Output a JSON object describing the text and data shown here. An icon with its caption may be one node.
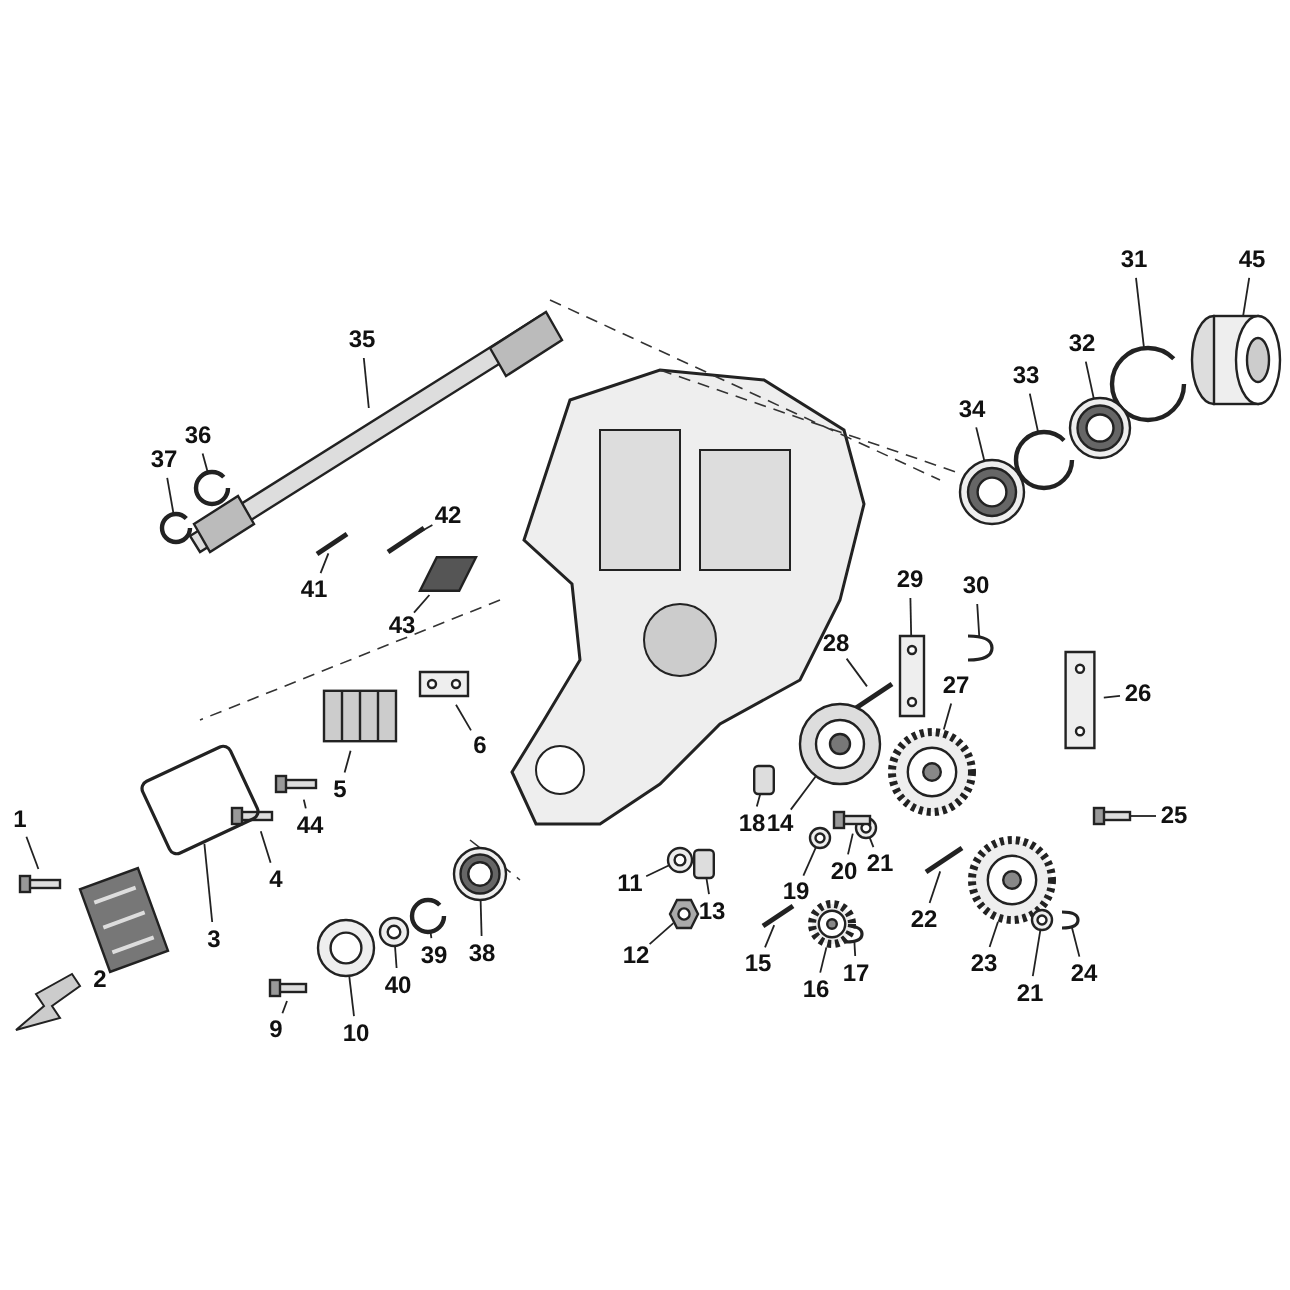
{
  "diagram": {
    "nodes": [
      {
        "text": [
          "45"
        ]
      },
      {
        "text": [
          "35"
        ]
      },
      {
        "text": [
          "31"
        ]
      },
      {
        "text": [
          "32"
        ]
      },
      {
        "text": [
          "33"
        ]
      },
      {
        "text": [
          "36"
        ]
      },
      {
        "text": [
          "34"
        ]
      },
      {
        "text": [
          "37"
        ]
      },
      {
        "text": [
          "42"
        ]
      },
      {
        "text": [
          "30"
        ]
      },
      {
        "text": [
          "29"
        ]
      },
      {
        "text": [
          "41"
        ]
      },
      {
        "text": [
          "43"
        ]
      },
      {
        "text": [
          "28"
        ]
      },
      {
        "text": [
          "27"
        ]
      },
      {
        "text": [
          "26"
        ]
      },
      {
        "text": [
          "6"
        ]
      },
      {
        "text": [
          "5"
        ]
      },
      {
        "text": [
          "1"
        ]
      },
      {
        "text": [
          "44"
        ]
      },
      {
        "text": [
          "25"
        ]
      },
      {
        "text": [
          "4"
        ]
      },
      {
        "text": [
          "18"
        ]
      },
      {
        "text": [
          "14"
        ]
      },
      {
        "text": [
          "21"
        ]
      },
      {
        "text": [
          "11"
        ]
      },
      {
        "text": [
          "19"
        ]
      },
      {
        "text": [
          "20"
        ]
      },
      {
        "text": [
          "3"
        ]
      },
      {
        "text": [
          "38"
        ]
      },
      {
        "text": [
          "13"
        ]
      },
      {
        "text": [
          "22"
        ]
      },
      {
        "text": [
          "39"
        ]
      },
      {
        "text": [
          "12"
        ]
      },
      {
        "text": [
          "23"
        ]
      },
      {
        "text": [
          "15"
        ]
      },
      {
        "text": [
          "17"
        ]
      },
      {
        "text": [
          "2"
        ]
      },
      {
        "text": [
          "40"
        ]
      },
      {
        "text": [
          "16"
        ]
      },
      {
        "text": [
          "21"
        ]
      },
      {
        "text": [
          "24"
        ]
      },
      {
        "text": [
          "9"
        ]
      },
      {
        "text": [
          "10"
        ]
      },
      {
        "text": [],
        "shape": "cylinder"
      },
      {
        "text": [],
        "shape": "picture"
      },
      {
        "text": [],
        "shape": "circle"
      },
      {
        "text": [],
        "shape": "picture"
      },
      {
        "text": [],
        "shape": "circle"
      },
      {
        "text": [],
        "shape": "circle"
      },
      {
        "text": [],
        "shape": "picture"
      },
      {
        "text": [],
        "shape": "circle"
      },
      {
        "text": [],
        "shape": "picture"
      },
      {
        "text": [],
        "shape": "picture"
      },
      {
        "text": [],
        "shape": "picture"
      },
      {
        "text": [],
        "shape": "picture"
      },
      {
        "text": [],
        "shape": "picture"
      },
      {
        "text": [],
        "shape": "picture"
      },
      {
        "text": [],
        "shape": "picture"
      },
      {
        "text": [],
        "shape": "picture"
      },
      {
        "text": [],
        "shape": "picture"
      },
      {
        "text": [],
        "shape": "picture"
      },
      {
        "text": [],
        "shape": "picture"
      },
      {
        "text": [],
        "shape": "picture"
      },
      {
        "text": [],
        "shape": "picture"
      },
      {
        "text": [],
        "shape": "picture"
      },
      {
        "text": [],
        "shape": "box"
      },
      {
        "text": [],
        "shape": "picture"
      },
      {
        "text": [],
        "shape": "picture"
      },
      {
        "text": [],
        "shape": "picture"
      },
      {
        "text": [],
        "shape": "picture"
      },
      {
        "text": [],
        "shape": "picture"
      },
      {
        "text": [],
        "shape": "picture"
      },
      {
        "text": [],
        "shape": "picture"
      },
      {
        "text": [],
        "shape": "box"
      },
      {
        "text": [],
        "shape": "picture"
      },
      {
        "text": [],
        "shape": "circle"
      },
      {
        "text": [],
        "shape": "picture"
      },
      {
        "text": [],
        "shape": "picture"
      },
      {
        "text": [],
        "shape": "picture"
      },
      {
        "text": [],
        "shape": "picture"
      },
      {
        "text": [],
        "shape": "picture"
      },
      {
        "text": [],
        "shape": "picture"
      },
      {
        "text": [],
        "shape": "picture"
      },
      {
        "text": [],
        "shape": "picture"
      },
      {
        "text": [],
        "shape": "picture"
      },
      {
        "text": [],
        "shape": "picture"
      },
      {
        "text": [],
        "shape": "picture"
      }
    ],
    "edges": [
      {
        "from": 0,
        "to": 44,
        "arrow": "none"
      },
      {
        "from": 1,
        "to": 45,
        "arrow": "none"
      },
      {
        "from": 2,
        "to": 46,
        "arrow": "none"
      },
      {
        "from": 3,
        "to": 47,
        "arrow": "none"
      },
      {
        "from": 4,
        "to": 48,
        "arrow": "none"
      },
      {
        "from": 5,
        "to": 49,
        "arrow": "none"
      },
      {
        "from": 6,
        "to": 50,
        "arrow": "none"
      },
      {
        "from": 7,
        "to": 51,
        "arrow": "none"
      },
      {
        "from": 8,
        "to": 52,
        "arrow": "none"
      },
      {
        "from": 9,
        "to": 53,
        "arrow": "none"
      },
      {
        "from": 10,
        "to": 54,
        "arrow": "none"
      },
      {
        "from": 11,
        "to": 55,
        "arrow": "none"
      },
      {
        "from": 12,
        "to": 56,
        "arrow": "none"
      },
      {
        "from": 13,
        "to": 57,
        "arrow": "none"
      },
      {
        "from": 14,
        "to": 58,
        "arrow": "none"
      },
      {
        "from": 15,
        "to": 59,
        "arrow": "none"
      },
      {
        "from": 16,
        "to": 60,
        "arrow": "none"
      },
      {
        "from": 17,
        "to": 61,
        "arrow": "none"
      },
      {
        "from": 18,
        "to": 62,
        "arrow": "none"
      },
      {
        "from": 19,
        "to": 63,
        "arrow": "none"
      },
      {
        "from": 20,
        "to": 64,
        "arrow": "none"
      },
      {
        "from": 21,
        "to": 65,
        "arrow": "none"
      },
      {
        "from": 22,
        "to": 66,
        "arrow": "none"
      },
      {
        "from": 23,
        "to": 67,
        "arrow": "none"
      },
      {
        "from": 24,
        "to": 68,
        "arrow": "none"
      },
      {
        "from": 25,
        "to": 69,
        "arrow": "none"
      },
      {
        "from": 26,
        "to": 70,
        "arrow": "none"
      },
      {
        "from": 27,
        "to": 71,
        "arrow": "none"
      },
      {
        "from": 28,
        "to": 72,
        "arrow": "none"
      },
      {
        "from": 29,
        "to": 73,
        "arrow": "none"
      },
      {
        "from": 30,
        "to": 74,
        "arrow": "none"
      },
      {
        "from": 31,
        "to": 75,
        "arrow": "none"
      },
      {
        "from": 32,
        "to": 76,
        "arrow": "none"
      },
      {
        "from": 33,
        "to": 77,
        "arrow": "none"
      },
      {
        "from": 34,
        "to": 78,
        "arrow": "none"
      },
      {
        "from": 35,
        "to": 79,
        "arrow": "none"
      },
      {
        "from": 36,
        "to": 80,
        "arrow": "none"
      },
      {
        "from": 37,
        "to": 81,
        "arrow": "none"
      },
      {
        "from": 38,
        "to": 82,
        "arrow": "none"
      },
      {
        "from": 39,
        "to": 83,
        "arrow": "none"
      },
      {
        "from": 40,
        "to": 84,
        "arrow": "none"
      },
      {
        "from": 41,
        "to": 85,
        "arrow": "none"
      },
      {
        "from": 42,
        "to": 86,
        "arrow": "none"
      },
      {
        "from": 43,
        "to": 87,
        "arrow": "none"
      }
    ]
  }
}
